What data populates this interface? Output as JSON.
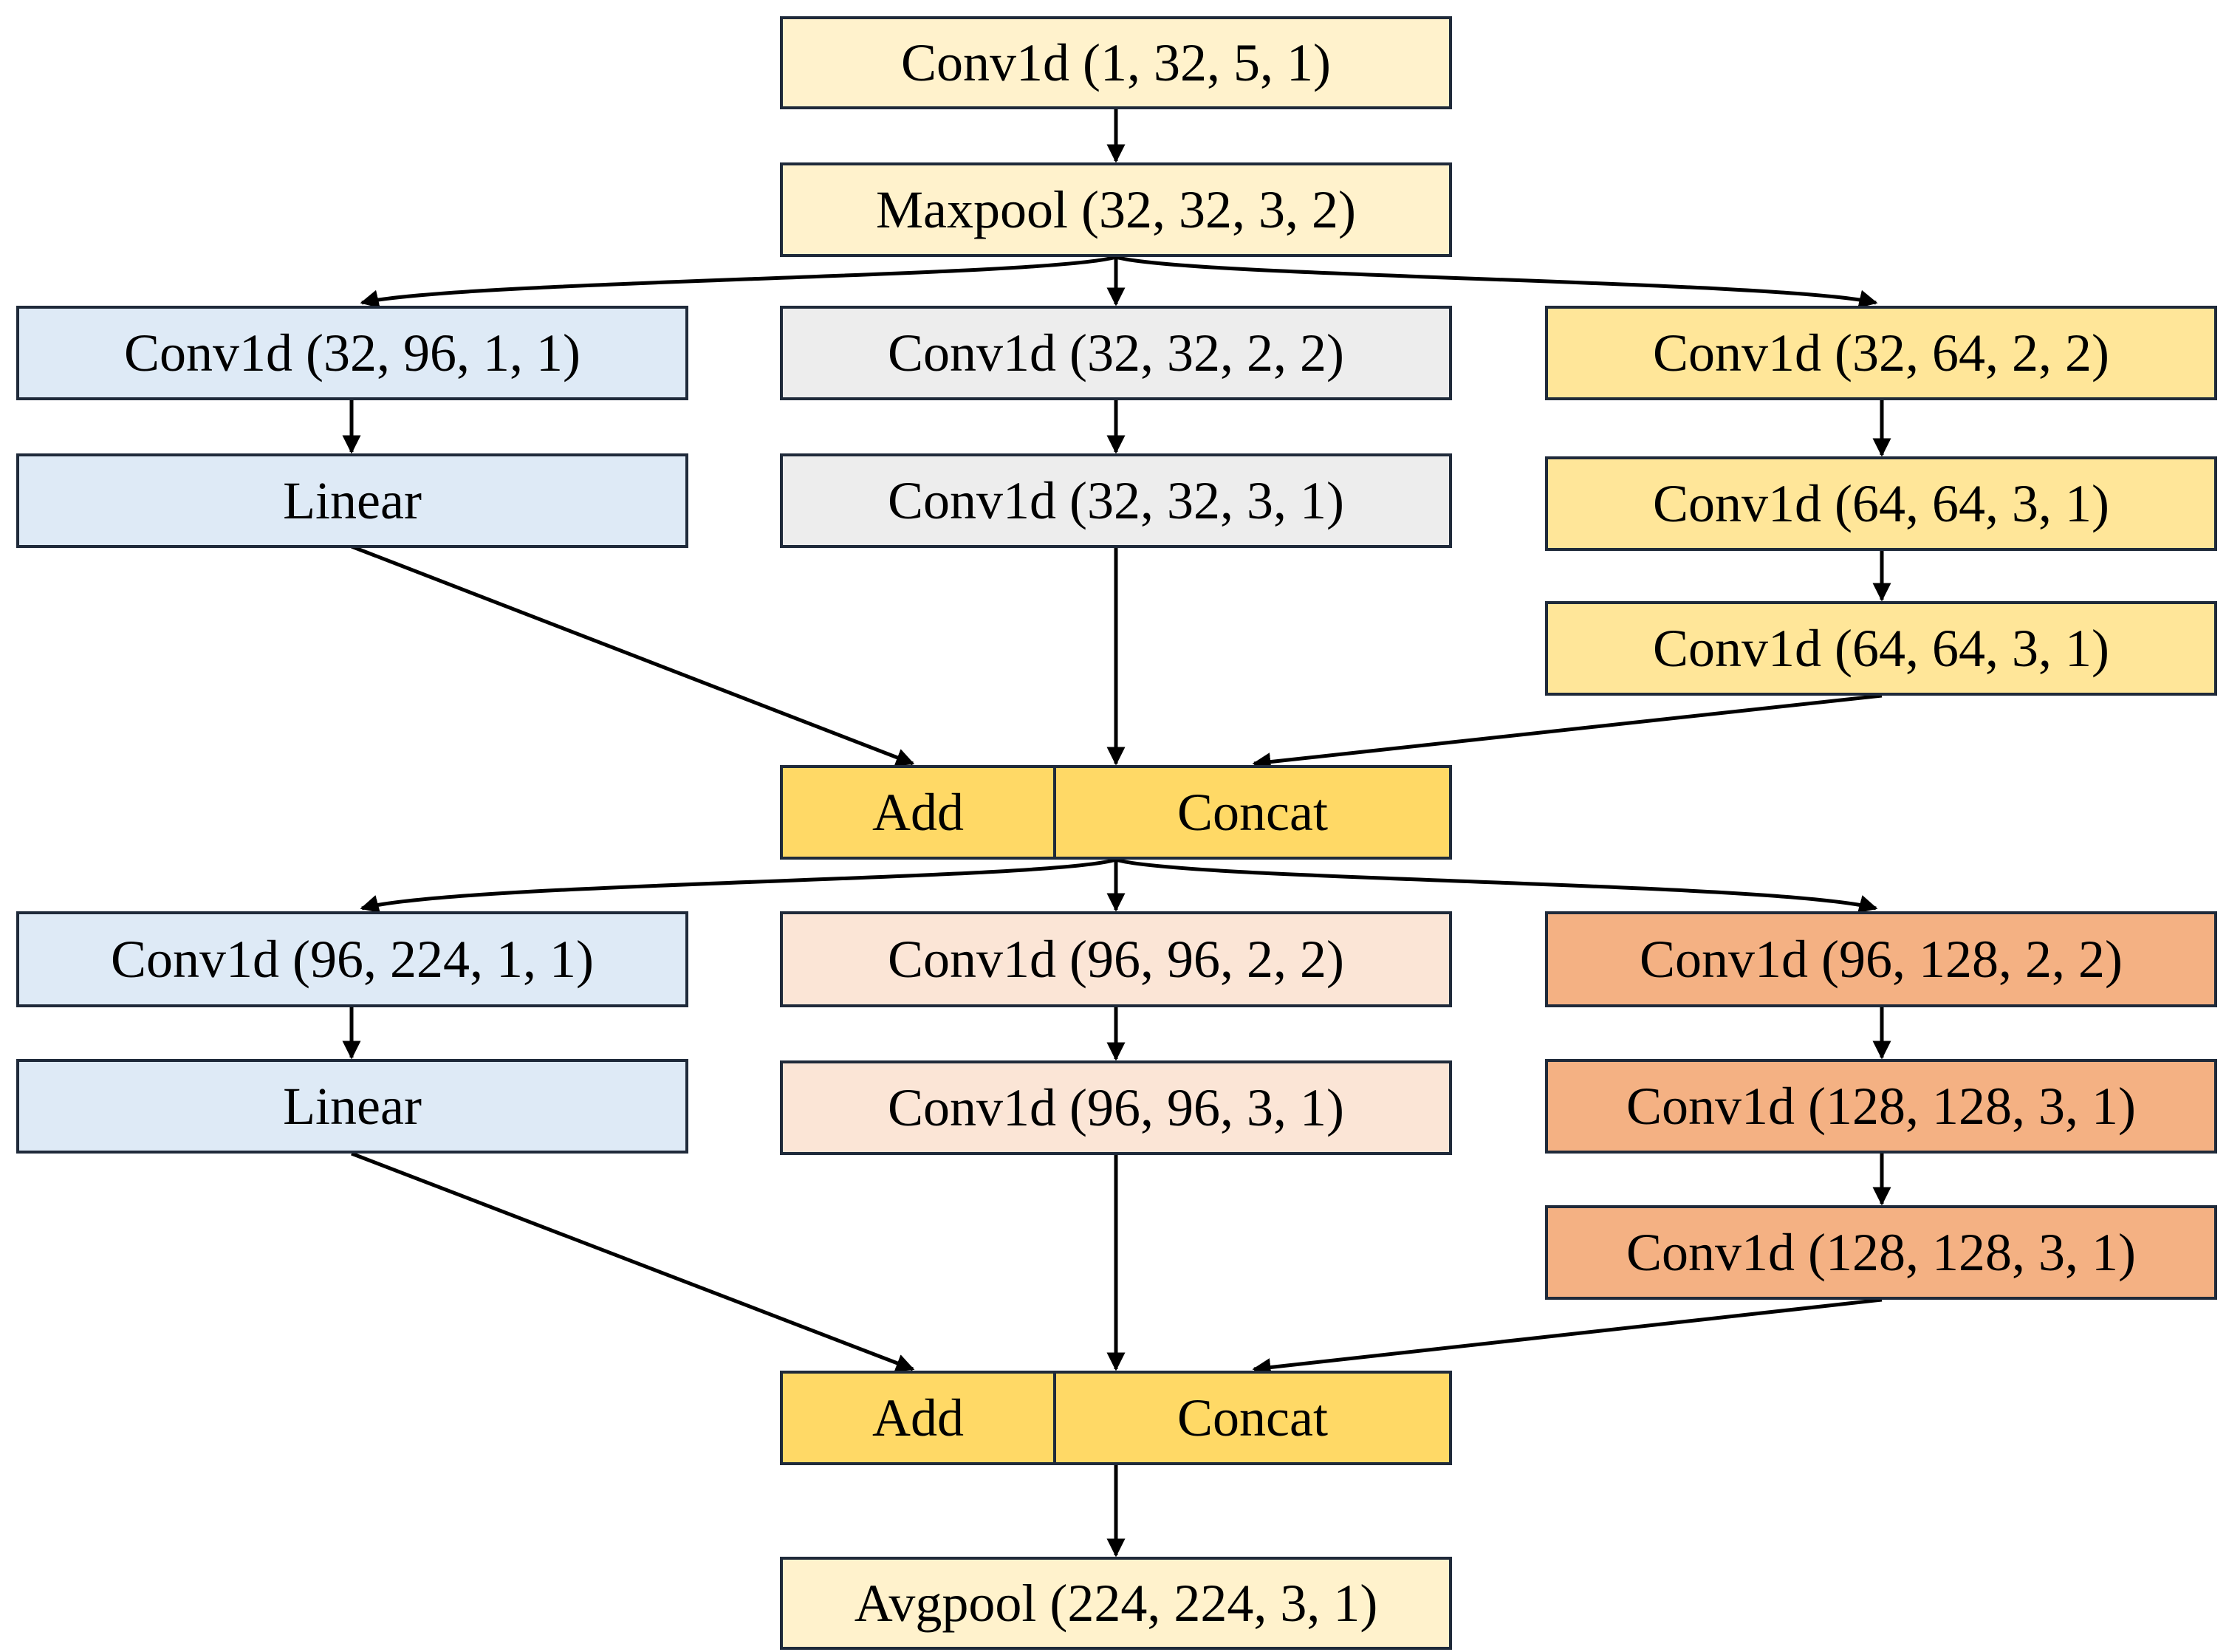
{
  "colors": {
    "cream": "#FFF2CC",
    "light-blue": "#DEEAF6",
    "light-gray": "#EDEDED",
    "light-yellow": "#FFE699",
    "gold": "#FFD966",
    "peach": "#FBE5D6",
    "orange": "#F4B183",
    "border": "#1F2A3A",
    "edge": "#000000"
  },
  "nodes": {
    "conv_1_32": {
      "label": "Conv1d (1, 32, 5, 1)",
      "color": "cream"
    },
    "maxpool": {
      "label": "Maxpool (32, 32, 3, 2)",
      "color": "cream"
    },
    "b1_conv_32_96": {
      "label": "Conv1d (32, 96, 1, 1)",
      "color": "light-blue"
    },
    "b1_linear": {
      "label": "Linear",
      "color": "light-blue"
    },
    "b1_conv_32_32_2": {
      "label": "Conv1d (32, 32, 2, 2)",
      "color": "light-gray"
    },
    "b1_conv_32_32_3": {
      "label": "Conv1d (32, 32, 3, 1)",
      "color": "light-gray"
    },
    "b1_conv_32_64": {
      "label": "Conv1d (32, 64, 2, 2)",
      "color": "light-yellow"
    },
    "b1_conv_64_64_a": {
      "label": "Conv1d (64, 64, 3, 1)",
      "color": "light-yellow"
    },
    "b1_conv_64_64_b": {
      "label": "Conv1d (64, 64, 3, 1)",
      "color": "light-yellow"
    },
    "b1_add": {
      "label": "Add",
      "color": "gold"
    },
    "b1_concat": {
      "label": "Concat",
      "color": "gold"
    },
    "b2_conv_96_224": {
      "label": "Conv1d (96, 224, 1, 1)",
      "color": "light-blue"
    },
    "b2_linear": {
      "label": "Linear",
      "color": "light-blue"
    },
    "b2_conv_96_96_2": {
      "label": "Conv1d (96, 96, 2, 2)",
      "color": "peach"
    },
    "b2_conv_96_96_3": {
      "label": "Conv1d (96, 96, 3, 1)",
      "color": "peach"
    },
    "b2_conv_96_128": {
      "label": "Conv1d (96, 128, 2, 2)",
      "color": "orange"
    },
    "b2_conv_128_128_a": {
      "label": "Conv1d (128, 128, 3, 1)",
      "color": "orange"
    },
    "b2_conv_128_128_b": {
      "label": "Conv1d (128, 128, 3, 1)",
      "color": "orange"
    },
    "b2_add": {
      "label": "Add",
      "color": "gold"
    },
    "b2_concat": {
      "label": "Concat",
      "color": "gold"
    },
    "avgpool": {
      "label": "Avgpool (224, 224, 3, 1)",
      "color": "cream"
    }
  },
  "edges": [
    {
      "from": "conv_1_32",
      "to": "maxpool"
    },
    {
      "from": "maxpool",
      "to": "b1_conv_32_96"
    },
    {
      "from": "maxpool",
      "to": "b1_conv_32_32_2"
    },
    {
      "from": "maxpool",
      "to": "b1_conv_32_64"
    },
    {
      "from": "b1_conv_32_96",
      "to": "b1_linear"
    },
    {
      "from": "b1_conv_32_32_2",
      "to": "b1_conv_32_32_3"
    },
    {
      "from": "b1_conv_32_64",
      "to": "b1_conv_64_64_a"
    },
    {
      "from": "b1_conv_64_64_a",
      "to": "b1_conv_64_64_b"
    },
    {
      "from": "b1_linear",
      "to": "b1_add"
    },
    {
      "from": "b1_conv_32_32_3",
      "to": "b1_concat"
    },
    {
      "from": "b1_conv_64_64_b",
      "to": "b1_concat"
    },
    {
      "from": "b1_concat",
      "to": "b2_conv_96_224"
    },
    {
      "from": "b1_concat",
      "to": "b2_conv_96_96_2"
    },
    {
      "from": "b1_concat",
      "to": "b2_conv_96_128"
    },
    {
      "from": "b2_conv_96_224",
      "to": "b2_linear"
    },
    {
      "from": "b2_conv_96_96_2",
      "to": "b2_conv_96_96_3"
    },
    {
      "from": "b2_conv_96_128",
      "to": "b2_conv_128_128_a"
    },
    {
      "from": "b2_conv_128_128_a",
      "to": "b2_conv_128_128_b"
    },
    {
      "from": "b2_linear",
      "to": "b2_add"
    },
    {
      "from": "b2_conv_96_96_3",
      "to": "b2_concat"
    },
    {
      "from": "b2_conv_128_128_b",
      "to": "b2_concat"
    },
    {
      "from": "b2_concat",
      "to": "avgpool"
    }
  ]
}
